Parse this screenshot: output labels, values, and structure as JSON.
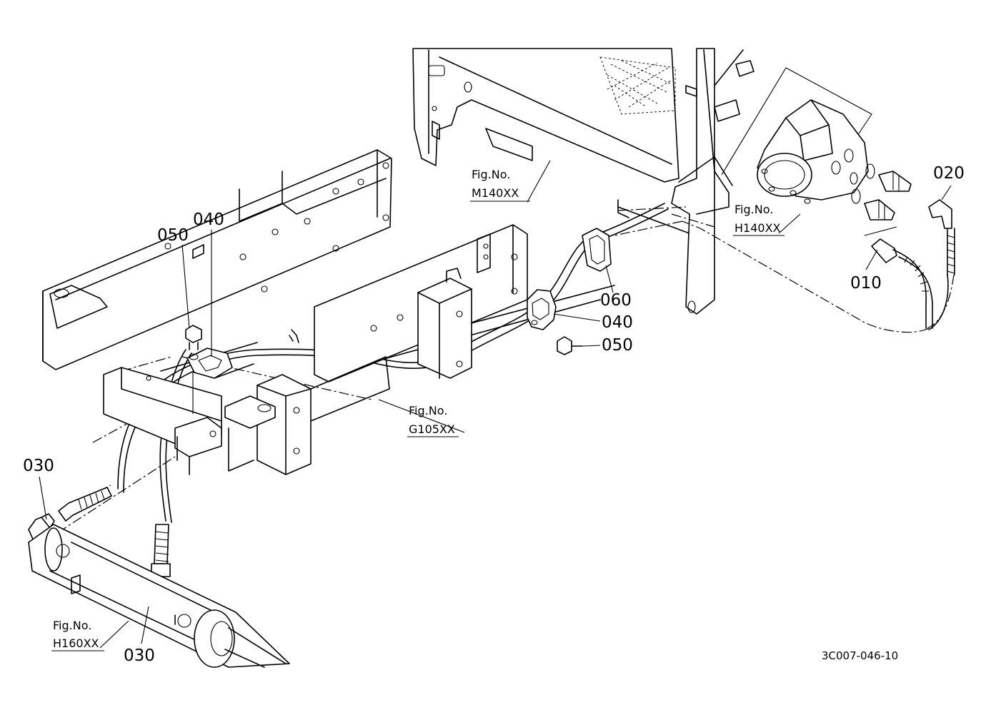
{
  "part_labels": {
    "p010": "010",
    "p020": "020",
    "p030_top": "030",
    "p030_bottom": "030",
    "p040_top": "040",
    "p040_right": "040",
    "p050_top": "050",
    "p050_right": "050",
    "p060": "060"
  },
  "figure_refs": {
    "m140": {
      "line1": "Fig.No.",
      "line2": "M140XX"
    },
    "h140": {
      "line1": "Fig.No.",
      "line2": "H140XX"
    },
    "g105": {
      "line1": "Fig.No.",
      "line2": "G105XX"
    },
    "h160": {
      "line1": "Fig.No.",
      "line2": "H160XX"
    }
  },
  "drawing_code": "3C007-046-10"
}
